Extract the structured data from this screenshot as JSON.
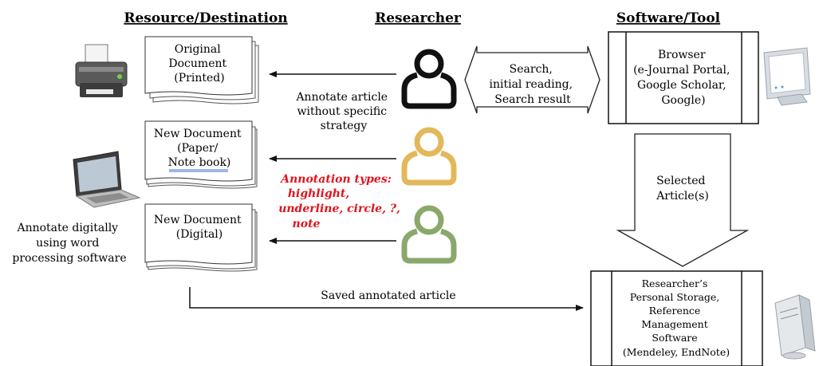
{
  "headers": {
    "resource": "Resource/Destination",
    "researcher": "Researcher",
    "software": "Software/Tool"
  },
  "documents": {
    "original": [
      "Original",
      "Document",
      "(Printed)"
    ],
    "paper": [
      "New Document",
      "(Paper/",
      "Note book)"
    ],
    "digital": [
      "New Document",
      "(Digital)"
    ]
  },
  "left_note": [
    "Annotate digitally",
    "using word",
    "processing software"
  ],
  "center_note": [
    "Annotate article",
    "without specific",
    "strategy"
  ],
  "annotation_types": [
    "Annotation types:",
    "highlight,",
    "underline, circle, ?,",
    "note"
  ],
  "search_box": [
    "Search,",
    "initial reading,",
    "Search result"
  ],
  "browser": [
    "Browser",
    "(e-Journal Portal,",
    "Google Scholar,",
    "Google)"
  ],
  "selected": [
    "Selected",
    "Article(s)"
  ],
  "storage": [
    "Researcher’s",
    "Personal Storage,",
    "Reference",
    "Management",
    "Software",
    "(Mendeley, EndNote)"
  ],
  "saved_label": "Saved annotated article",
  "colors": {
    "researcher_1": "#111111",
    "researcher_2": "#e3b85a",
    "researcher_3": "#8aa86a",
    "annotation_text": "#e0141e"
  },
  "icons": [
    "printer-icon",
    "laptop-icon",
    "monitor-icon",
    "desktop-tower-icon",
    "person-icon"
  ]
}
